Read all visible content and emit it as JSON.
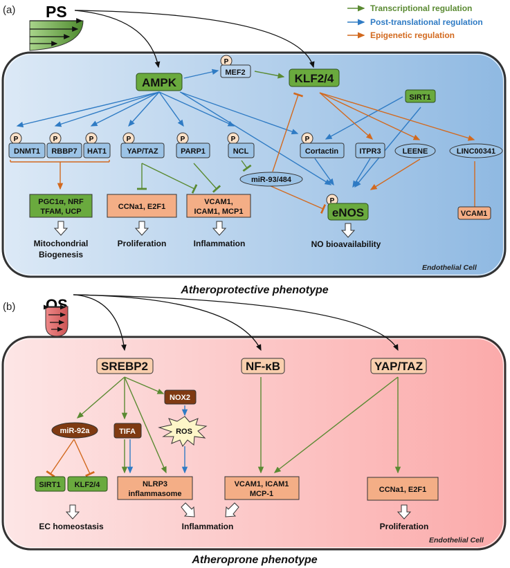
{
  "colors": {
    "transcriptional": "#5a8a32",
    "post_translational": "#2f7bc4",
    "epigenetic": "#d2691e",
    "green_node": "#6aaa3e",
    "blue_node": "#9cc3e6",
    "salmon_node": "#f4ae86",
    "peach_node": "#f9cfae",
    "brown_node": "#7f3a12"
  },
  "legend": [
    {
      "label": "Transcriptional regulation",
      "type": "transcriptional"
    },
    {
      "label": "Post-translational regulation",
      "type": "post_translational"
    },
    {
      "label": "Epigenetic regulation",
      "type": "epigenetic"
    }
  ],
  "panel_a": {
    "label": "(a)",
    "stimulus": "PS",
    "phenotype": "Atheroprotective phenotype",
    "cell_label": "Endothelial Cell",
    "phospho": "P",
    "nodes": {
      "ampk": "AMPK",
      "mef2": "MEF2",
      "klf": "KLF2/4",
      "sirt1": "SIRT1",
      "dnmt1": "DNMT1",
      "rbbp7": "RBBP7",
      "hat1": "HAT1",
      "yaptaz": "YAP/TAZ",
      "parp1": "PARP1",
      "ncl": "NCL",
      "cortactin": "Cortactin",
      "itpr3": "ITPR3",
      "leene": "LEENE",
      "linc": "LINC00341",
      "mir": "miR-93/484",
      "pgc_l1": "PGC1α, NRF",
      "pgc_l2": "TFAM, UCP",
      "ccna": "CCNa1, E2F1",
      "vcam_l1": "VCAM1,",
      "vcam_l2": "ICAM1, MCP1",
      "enos": "eNOS",
      "vcam1": "VCAM1"
    },
    "outcomes": {
      "mito_l1": "Mitochondrial",
      "mito_l2": "Biogenesis",
      "prolif": "Proliferation",
      "inflam": "Inflammation",
      "no": "NO bioavailability"
    }
  },
  "panel_b": {
    "label": "(b)",
    "stimulus": "OS",
    "phenotype": "Atheroprone phenotype",
    "cell_label": "Endothelial Cell",
    "nodes": {
      "srebp2": "SREBP2",
      "nfkb": "NF-κB",
      "yaptaz": "YAP/TAZ",
      "nox2": "NOX2",
      "mir92a": "miR-92a",
      "tifa": "TIFA",
      "ros": "ROS",
      "sirt1": "SIRT1",
      "klf": "KLF2/4",
      "nlrp3_l1": "NLRP3",
      "nlrp3_l2": "inflammasome",
      "vcam_l1": "VCAM1, ICAM1",
      "vcam_l2": "MCP-1",
      "ccna": "CCNa1, E2F1"
    },
    "outcomes": {
      "ec": "EC homeostasis",
      "inflam": "Inflammation",
      "prolif": "Proliferation"
    }
  }
}
